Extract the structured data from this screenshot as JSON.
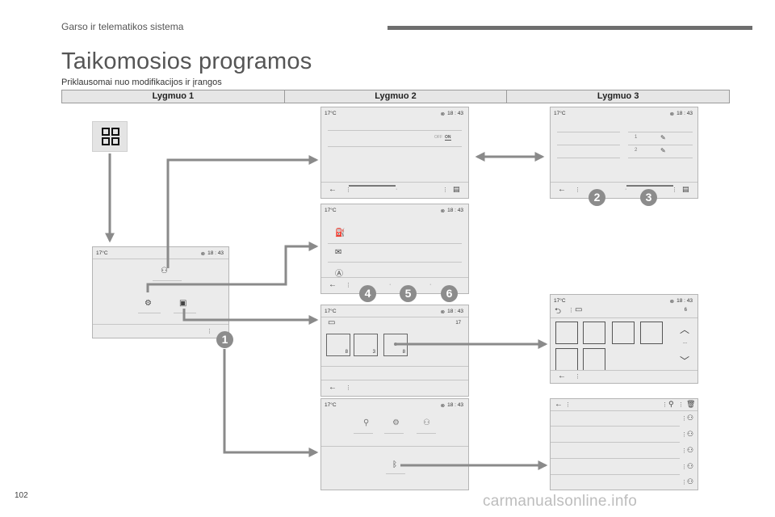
{
  "header": {
    "section_title": "Garso ir telematikos sistema",
    "page_title": "Taikomosios programos",
    "page_subtitle": "Priklausomai nuo modifikacijos ir įrangos"
  },
  "levels": [
    "Lygmuo 1",
    "Lygmuo 2",
    "Lygmuo 3"
  ],
  "status": {
    "temperature": "17°C",
    "time": "18 : 43"
  },
  "toggle": {
    "off": "OFF",
    "on": "ON"
  },
  "level3_top": {
    "num1": "1",
    "num2": "2"
  },
  "photo_screen": {
    "count": "17",
    "tiles": [
      "8",
      "3",
      "8"
    ]
  },
  "photo_grid": {
    "count": "6",
    "dots": "..."
  },
  "badges": [
    "1",
    "2",
    "3",
    "4",
    "5",
    "6"
  ],
  "footer": {
    "page_number": "102",
    "watermark": "carmanualsonline.info"
  }
}
